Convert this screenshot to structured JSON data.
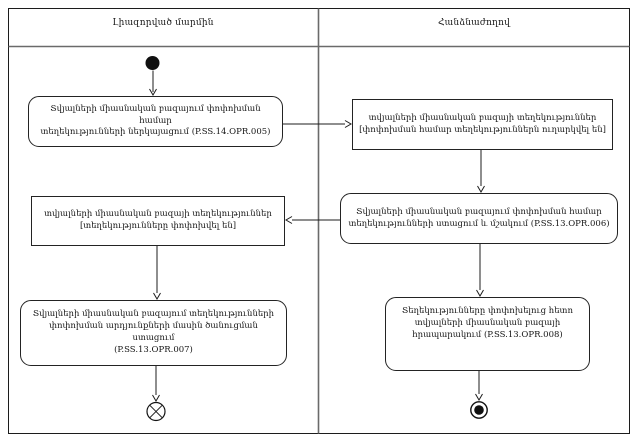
{
  "diagram": {
    "lanes": [
      {
        "title": "Լիազորված մարմին"
      },
      {
        "title": "Հանձնաժողով"
      }
    ],
    "nodes": {
      "submit_info": {
        "type": "action",
        "label": "Տվյալների միասնական բազայում փոփոխման համար\nտեղեկությունների ներկայացում (P.SS.14.OPR.005)"
      },
      "db_info_sent": {
        "type": "object",
        "label": "տվյալների միասնական բազայի տեղեկություններ\n[փոփոխման համար տեղեկություններն ուղարկվել են]"
      },
      "receive_process": {
        "type": "action",
        "label": "Տվյալների միասնական բազայում փոփոխման համար\nտեղեկությունների ստացում և մշակում (P.SS.13.OPR.006)"
      },
      "db_info_changed": {
        "type": "object",
        "label": "տվյալների միասնական բազայի տեղեկություններ\n[տեղեկությունները փոփոխվել են]"
      },
      "receive_notification": {
        "type": "action",
        "label": "Տվյալների միասնական բազայում տեղեկությունների\nփոփոխման արդյունքների մասին ծանուցման ստացում\n(P.SS.13.OPR.007)"
      },
      "publish_db": {
        "type": "action",
        "label": "Տեղեկությունները փոփոխելուց հետո\nտվյալների միասնական բազայի\nհրապարակում (P.SS.13.OPR.008)"
      }
    },
    "colors": {
      "line": "#1c1c1c",
      "lane_line": "#6a6a6a",
      "background": "#ffffff"
    }
  }
}
